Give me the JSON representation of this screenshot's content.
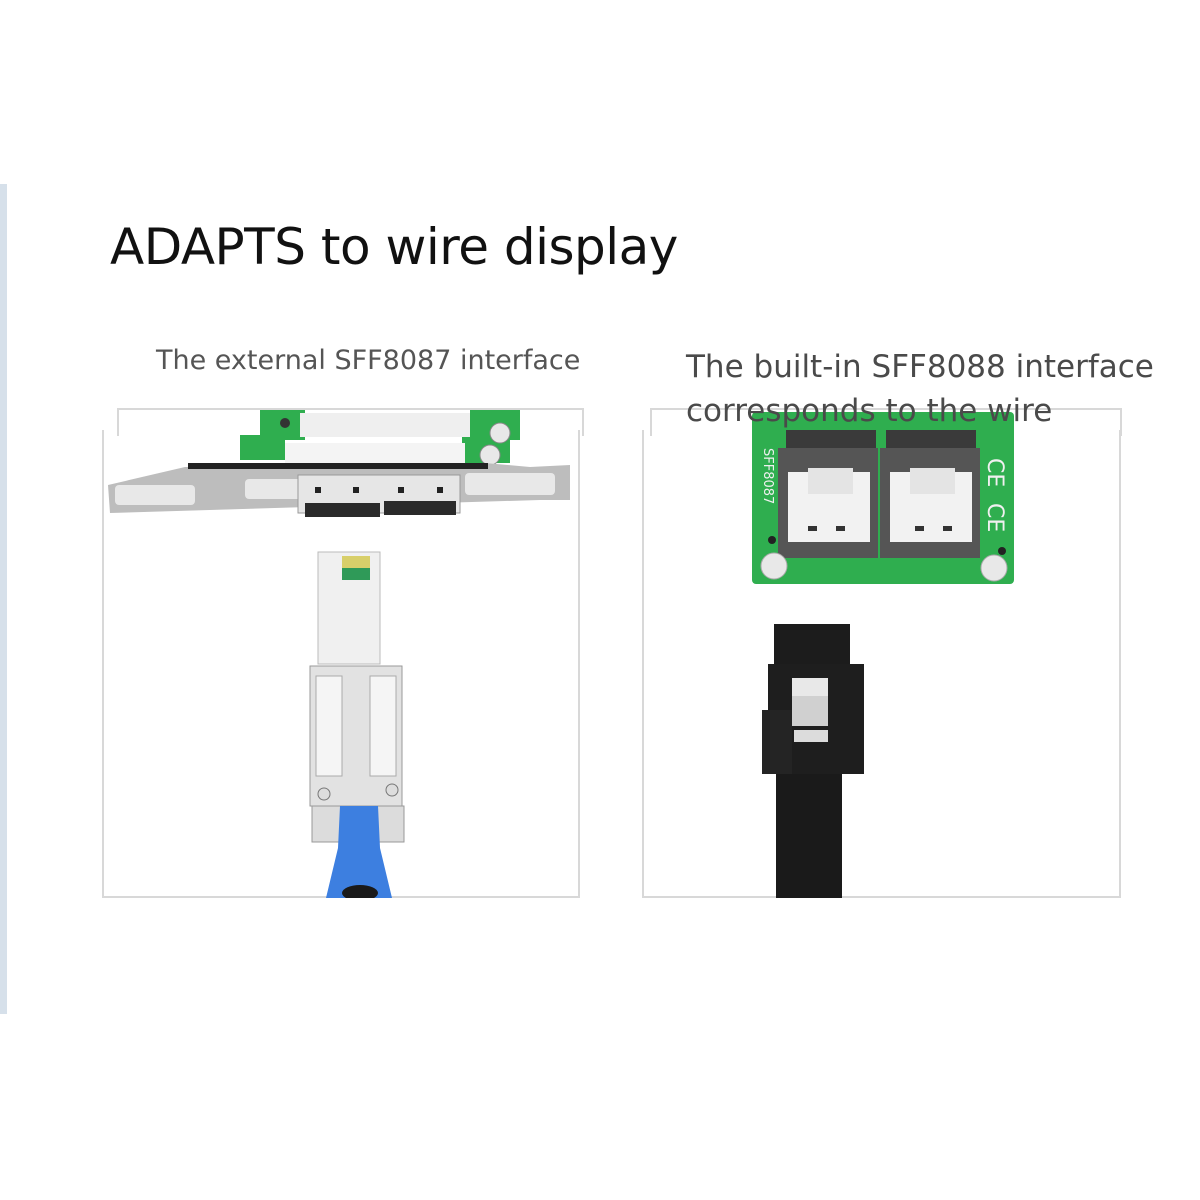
{
  "page": {
    "title": "ADAPTS to wire display",
    "captions": {
      "left": "The external SFF8087 interface",
      "right_line1": "The built-in SFF8088 interface",
      "right_line2": "corresponds to the wire"
    },
    "board_label": "SFF8087",
    "colors": {
      "pcb_green": "#2fae4f",
      "metal": "#c9c9c9",
      "blue_pull_tab": "#3d7fe0",
      "black_cable": "#1c1c1c",
      "left_bar": "#d6e0ea"
    }
  }
}
